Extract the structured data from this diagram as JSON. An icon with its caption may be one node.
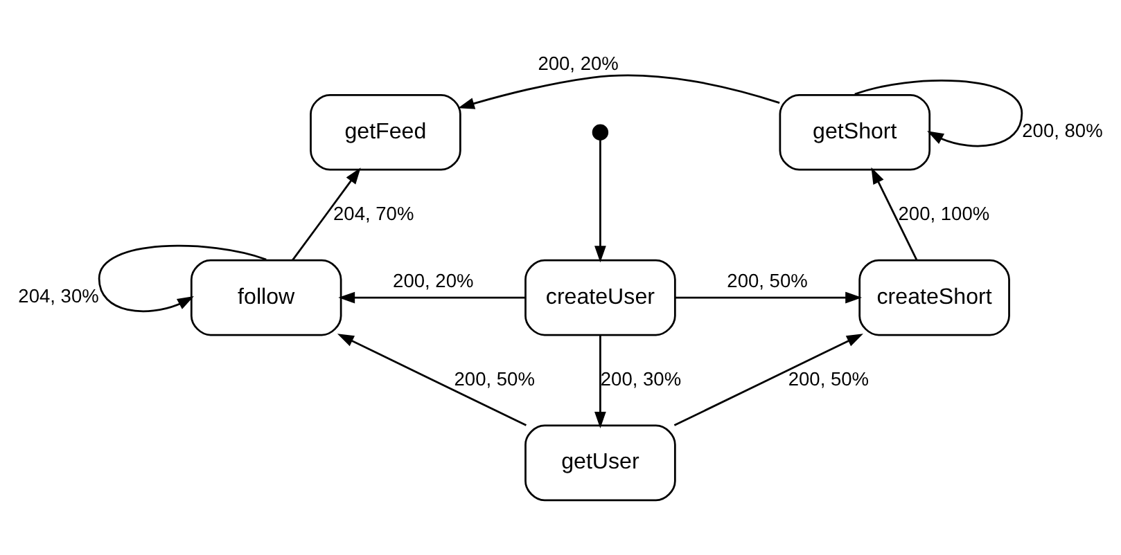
{
  "diagram": {
    "nodes": [
      {
        "text": [
          "getFeed"
        ]
      },
      {
        "text": [
          "getShort"
        ]
      },
      {
        "text": [],
        "shape": "circle"
      },
      {
        "text": [
          "follow"
        ]
      },
      {
        "text": [
          "createUser"
        ]
      },
      {
        "text": [
          "createShort"
        ]
      },
      {
        "text": [
          "getUser"
        ]
      }
    ],
    "edges": [
      {
        "from": 2,
        "to": 4,
        "arrow": "to"
      },
      {
        "from": 4,
        "to": 3,
        "arrow": "to",
        "label": "200, 20%"
      },
      {
        "from": 4,
        "to": 5,
        "arrow": "to",
        "label": "200, 50%"
      },
      {
        "from": 4,
        "to": 6,
        "arrow": "to",
        "label": "200, 30%"
      },
      {
        "from": 3,
        "to": 0,
        "arrow": "to",
        "label": "204, 70%"
      },
      {
        "from": 3,
        "to": 3,
        "arrow": "to",
        "label": "204, 30%"
      },
      {
        "from": 5,
        "to": 1,
        "arrow": "to",
        "label": "200, 100%"
      },
      {
        "from": 1,
        "to": 0,
        "arrow": "to",
        "label": "200, 20%"
      },
      {
        "from": 1,
        "to": 1,
        "arrow": "to",
        "label": "200, 80%"
      },
      {
        "from": 6,
        "to": 3,
        "arrow": "to",
        "label": "200, 50%"
      },
      {
        "from": 6,
        "to": 5,
        "arrow": "to",
        "label": "200, 50%"
      }
    ]
  }
}
